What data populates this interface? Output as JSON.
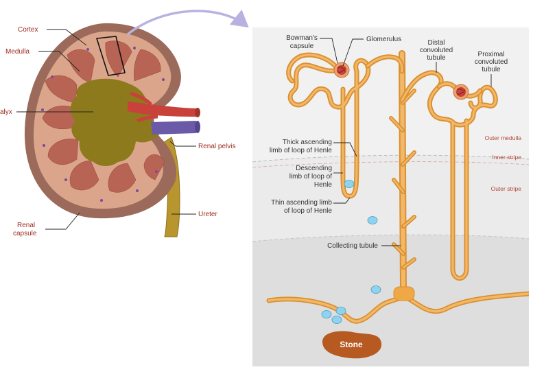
{
  "kidney": {
    "labels": {
      "cortex": "Cortex",
      "medulla": "Medulla",
      "calyx": "alyx",
      "renal_pelvis": "Renal pelvis",
      "ureter": "Ureter",
      "renal_capsule_1": "Renal",
      "renal_capsule_2": "capsule"
    }
  },
  "nephron": {
    "labels": {
      "bowmans_1": "Bowman's",
      "bowmans_2": "capsule",
      "glomerulus": "Glomerulus",
      "distal_1": "Distal",
      "distal_2": "convoluted",
      "distal_3": "tubule",
      "proximal_1": "Proximal",
      "proximal_2": "convoluted",
      "proximal_3": "tubule",
      "thick_1": "Thick ascending",
      "thick_2": "limb of loop of Henle",
      "desc_1": "Descending",
      "desc_2": "limb of loop of",
      "desc_3": "Henle",
      "thin_1": "Thin ascending limb",
      "thin_2": "of loop of Henle",
      "collecting": "Collecting tubule",
      "stone": "Stone"
    },
    "zones": {
      "outer_medulla": "Outer medulla",
      "inner_stripe": "Inner stripe",
      "outer_stripe": "Outer stripe"
    }
  },
  "colors": {
    "capsule": "#9b6a5a",
    "cortex": "#dba58b",
    "medulla_pyramid": "#b86454",
    "sinus": "#8d7a1d",
    "artery": "#c8413a",
    "vein": "#6a5aa8",
    "tubule": "#f0a847",
    "stone": "#b65a22",
    "crystal": "#8fd3f0"
  }
}
